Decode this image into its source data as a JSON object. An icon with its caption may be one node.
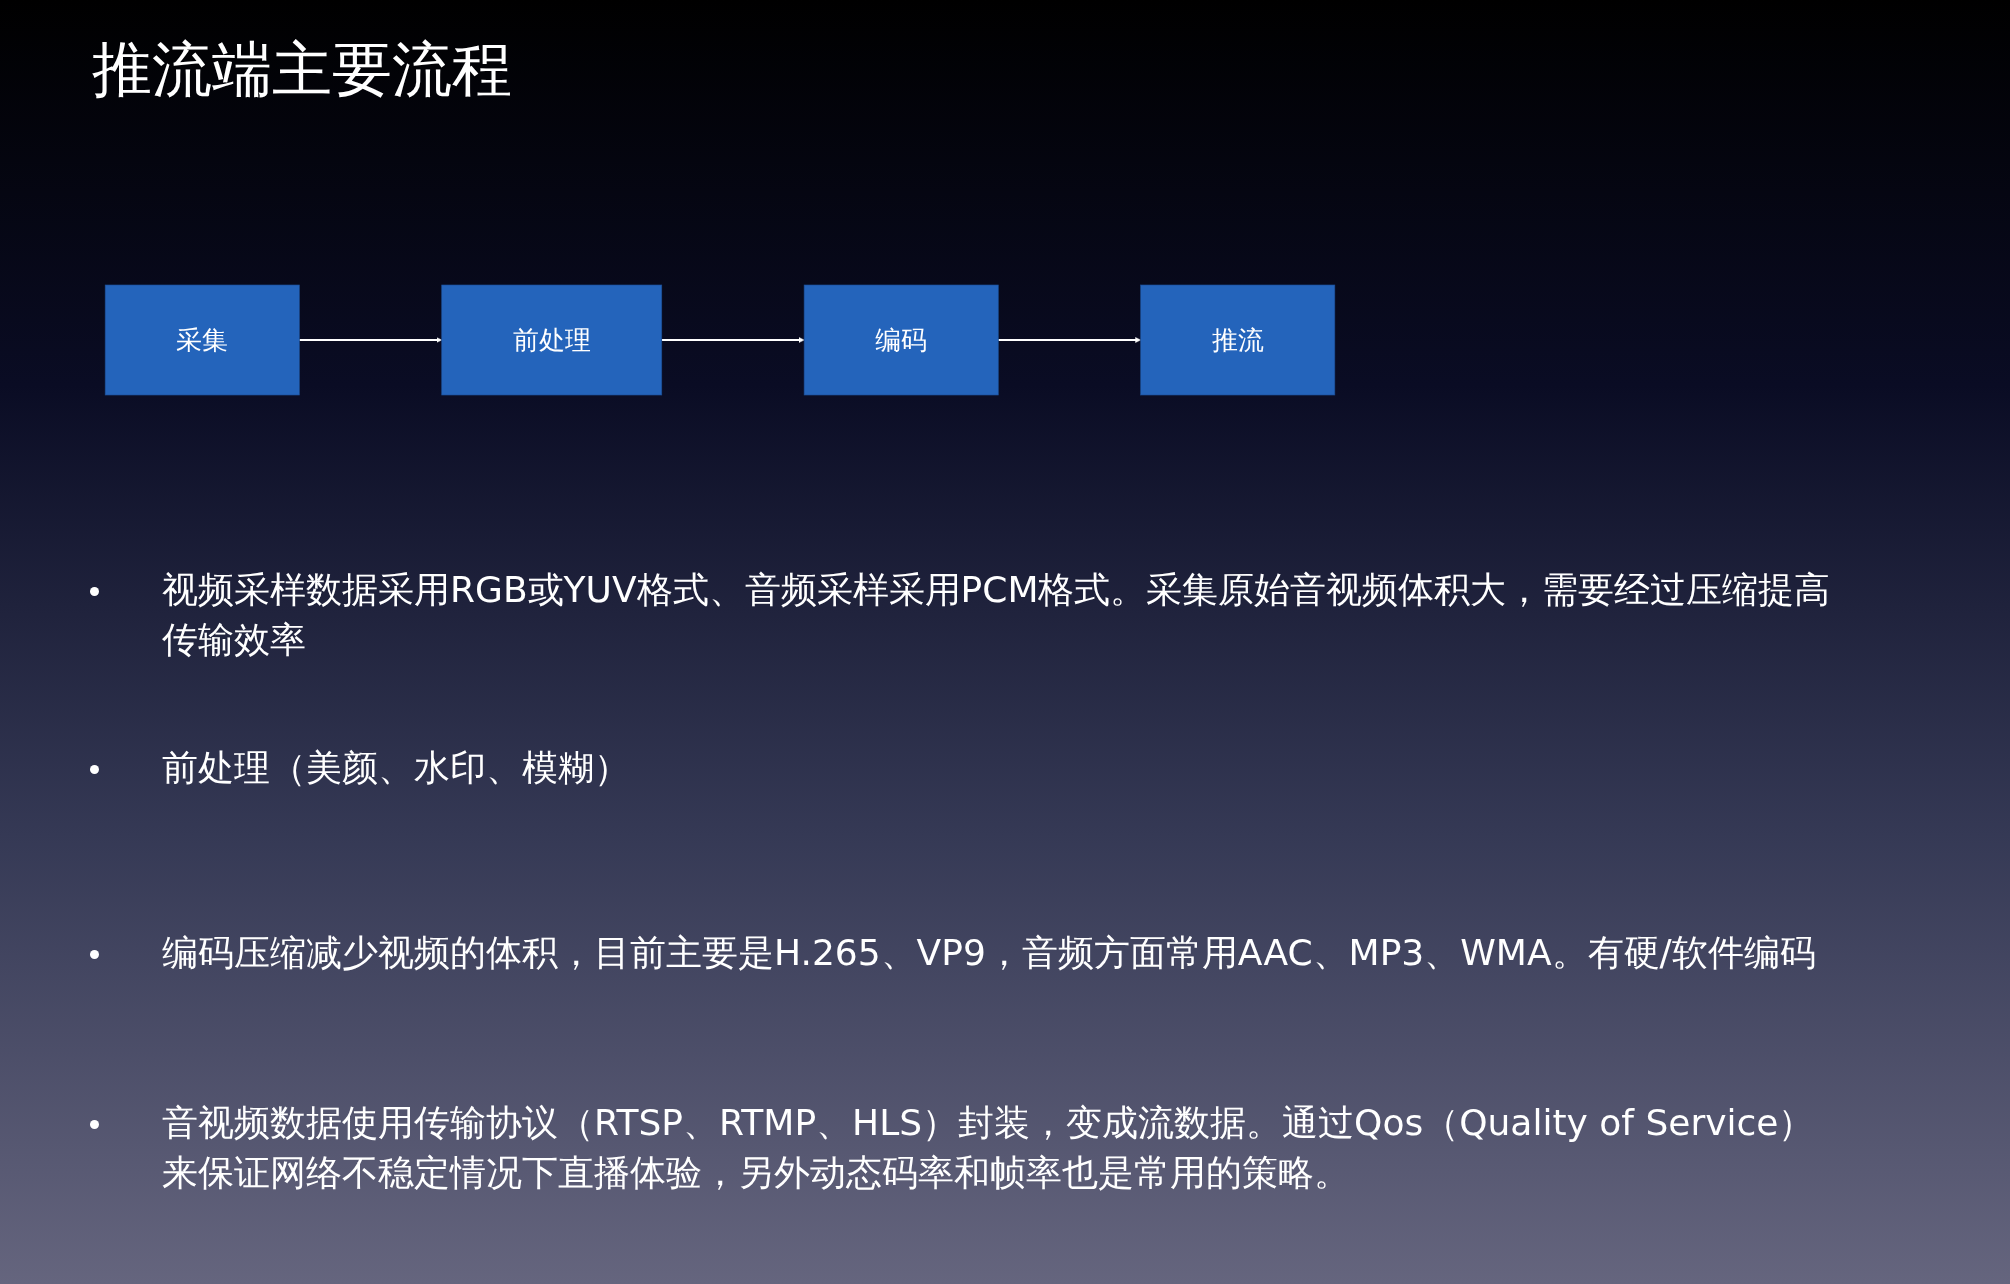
{
  "diagram": {
    "title": "推流端主要流程",
    "nodes": [
      {
        "text": [
          "采集"
        ]
      },
      {
        "text": [
          "前处理"
        ]
      },
      {
        "text": [
          "编码"
        ]
      },
      {
        "text": [
          "推流"
        ]
      }
    ],
    "edges": [
      {
        "from": 0,
        "to": 1,
        "arrow": "to"
      },
      {
        "from": 1,
        "to": 2,
        "arrow": "to"
      },
      {
        "from": 2,
        "to": 3,
        "arrow": "to"
      }
    ],
    "labels": [
      "视频采样数据采用RGB或YUV格式、音频采样采用PCM格式。采集原始音视频体积大，需要经过压缩提高传输效率",
      "前处理（美颜、水印、模糊）",
      "编码压缩减少视频的体积，目前主要是H.265、VP9，音频方面常用AAC、MP3、WMA。有硬/软件编码",
      "音视频数据使用传输协议（RTSP、RTMP、HLS）封装，变成流数据。通过Qos（Quality of Service）来保证网络不稳定情况下直播体验，另外动态码率和帧率也是常用的策略。"
    ]
  }
}
